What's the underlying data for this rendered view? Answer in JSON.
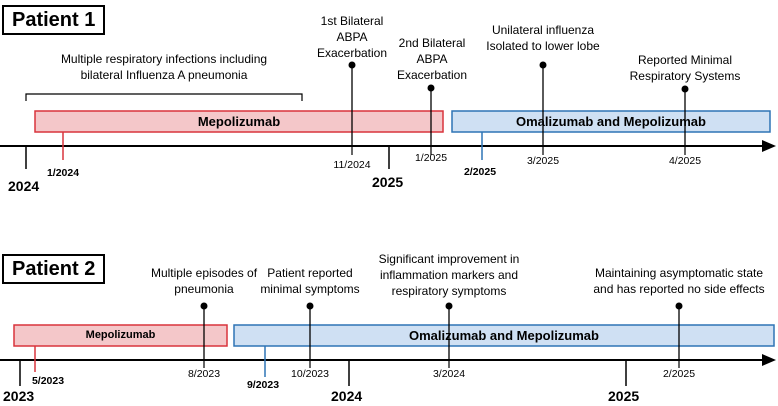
{
  "patient1": {
    "title": "Patient 1",
    "bracket_note": "Multiple respiratory infections including bilateral Influenza A pneumonia",
    "bars": {
      "mepolizumab": "Mepolizumab",
      "combo": "Omalizumab and Mepolizumab"
    },
    "events": [
      {
        "text": "1st Bilateral ABPA Exacerbation",
        "date": "11/2024"
      },
      {
        "text": "2nd Bilateral ABPA Exacerbation",
        "date": "1/2025"
      },
      {
        "text": "Unilateral influenza Isolated to lower lobe",
        "date": "3/2025"
      },
      {
        "text": "Reported Minimal Respiratory Systems",
        "date": "4/2025"
      }
    ],
    "starts": {
      "mepolizumab": "1/2024",
      "combo": "2/2025"
    },
    "years": [
      "2024",
      "2025"
    ]
  },
  "patient2": {
    "title": "Patient 2",
    "bars": {
      "mepolizumab": "Mepolizumab",
      "combo": "Omalizumab and Mepolizumab"
    },
    "events": [
      {
        "text": "Multiple episodes of pneumonia",
        "date": "8/2023"
      },
      {
        "text": "Patient reported minimal symptoms",
        "date": "10/2023"
      },
      {
        "text": "Significant improvement in inflammation markers and respiratory symptoms",
        "date": "3/2024"
      },
      {
        "text": "Maintaining asymptomatic state and has reported no side effects",
        "date": "2/2025"
      }
    ],
    "starts": {
      "mepolizumab": "5/2023",
      "combo": "9/2023"
    },
    "years": [
      "2023",
      "2024",
      "2025"
    ]
  },
  "colors": {
    "mepolizumab_fill": "#f4c7c9",
    "mepolizumab_border": "#d9343c",
    "combo_fill": "#cfe0f3",
    "combo_border": "#2e74b5",
    "axis": "#000000"
  }
}
